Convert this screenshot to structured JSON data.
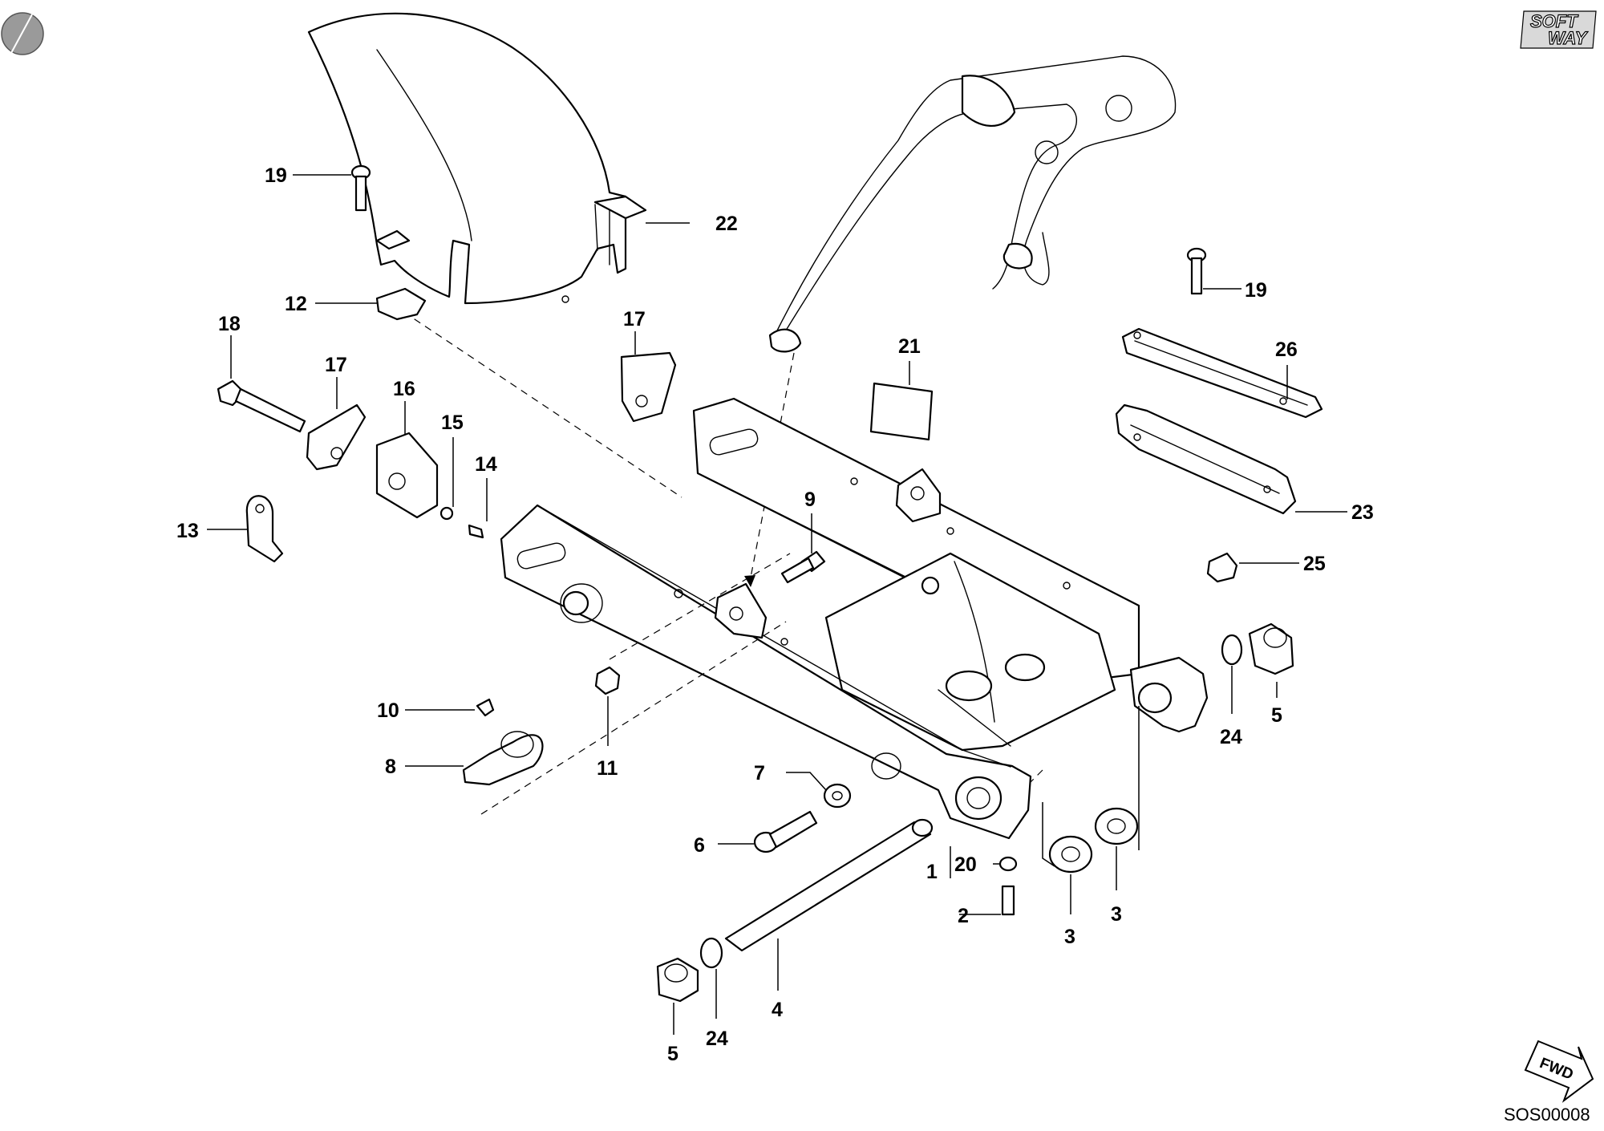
{
  "diagram": {
    "callouts": [
      {
        "id": "c19a",
        "label": "19"
      },
      {
        "id": "c22",
        "label": "22"
      },
      {
        "id": "c12",
        "label": "12"
      },
      {
        "id": "c17a",
        "label": "17"
      },
      {
        "id": "c18",
        "label": "18"
      },
      {
        "id": "c17b",
        "label": "17"
      },
      {
        "id": "c16",
        "label": "16"
      },
      {
        "id": "c15",
        "label": "15"
      },
      {
        "id": "c14",
        "label": "14"
      },
      {
        "id": "c13",
        "label": "13"
      },
      {
        "id": "c21",
        "label": "21"
      },
      {
        "id": "c19b",
        "label": "19"
      },
      {
        "id": "c26",
        "label": "26"
      },
      {
        "id": "c23",
        "label": "23"
      },
      {
        "id": "c9",
        "label": "9"
      },
      {
        "id": "c25",
        "label": "25"
      },
      {
        "id": "c5a",
        "label": "5"
      },
      {
        "id": "c24a",
        "label": "24"
      },
      {
        "id": "c11",
        "label": "11"
      },
      {
        "id": "c10",
        "label": "10"
      },
      {
        "id": "c8",
        "label": "8"
      },
      {
        "id": "c7",
        "label": "7"
      },
      {
        "id": "c6",
        "label": "6"
      },
      {
        "id": "c1",
        "label": "1"
      },
      {
        "id": "c20",
        "label": "20"
      },
      {
        "id": "c2",
        "label": "2"
      },
      {
        "id": "c3a",
        "label": "3"
      },
      {
        "id": "c3b",
        "label": "3"
      },
      {
        "id": "c4",
        "label": "4"
      },
      {
        "id": "c5b",
        "label": "5"
      },
      {
        "id": "c24b",
        "label": "24"
      }
    ]
  },
  "brand": {
    "line1": "SOFT",
    "line2": "WAY"
  },
  "direction_badge": "FWD",
  "drawing_code": "SOS00008"
}
